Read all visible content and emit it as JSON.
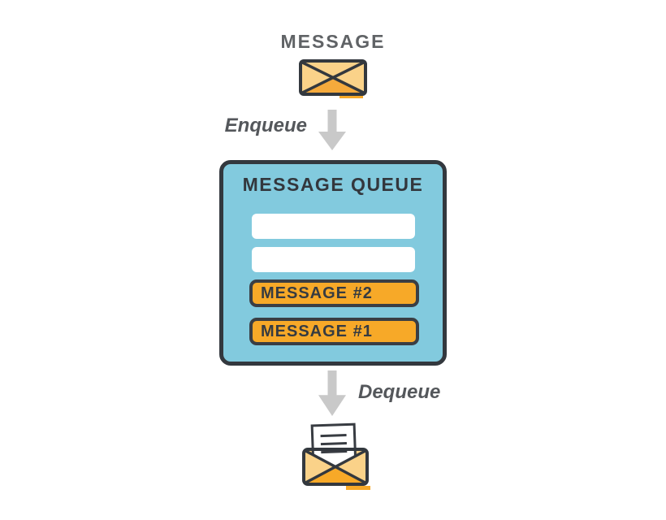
{
  "header": {
    "title": "MESSAGE"
  },
  "flow": {
    "enqueue_label": "Enqueue",
    "dequeue_label": "Dequeue"
  },
  "queue": {
    "title": "MESSAGE QUEUE",
    "slots": [
      {
        "kind": "empty",
        "label": ""
      },
      {
        "kind": "empty",
        "label": ""
      },
      {
        "kind": "filled",
        "label": "MESSAGE #2"
      },
      {
        "kind": "filled",
        "label": "MESSAGE #1"
      }
    ]
  },
  "icons": {
    "top": "closed-envelope-icon",
    "enqueue_arrow": "arrow-down-icon",
    "dequeue_arrow": "arrow-down-icon",
    "bottom": "open-envelope-icon"
  },
  "colors": {
    "queue_background": "#82cade",
    "outline": "#33383e",
    "slot_orange": "#f7a928",
    "envelope_light": "#fad289",
    "envelope_shade": "#f5aa3c",
    "arrow_gray": "#c9c9c9",
    "heading_text": "#606366",
    "flow_label_text": "#54575b",
    "dark_text": "#363b41",
    "paper_white": "#ffffff"
  }
}
